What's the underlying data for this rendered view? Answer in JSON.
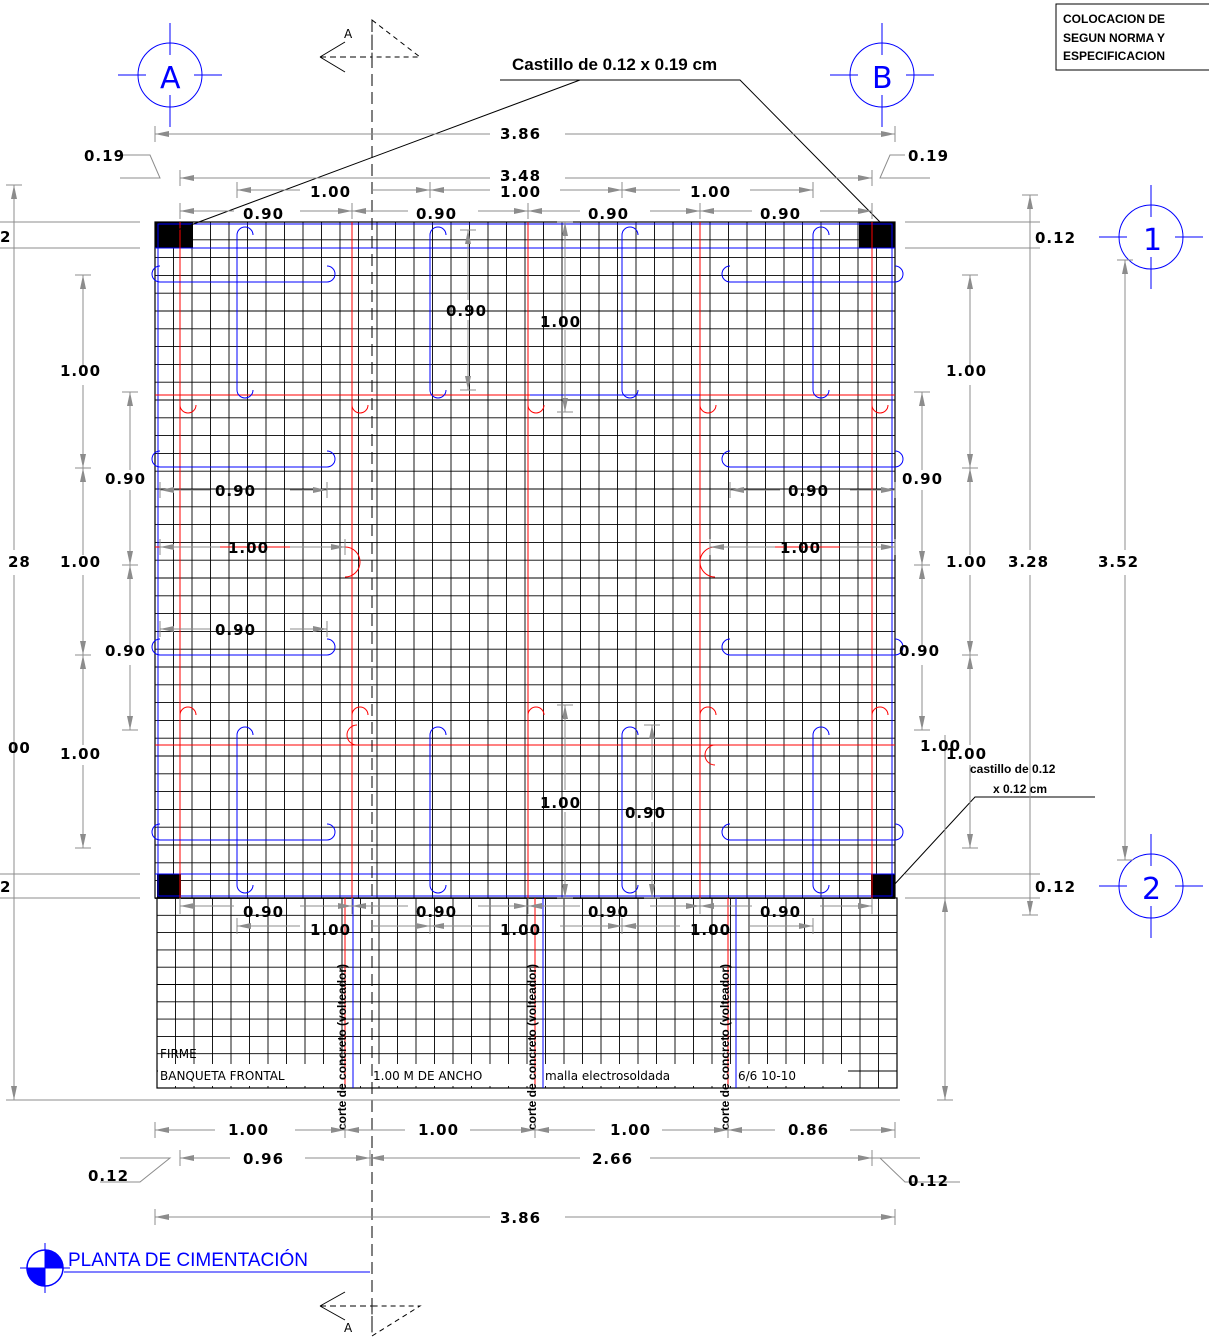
{
  "title": "PLANTA DE CIMENTACIÓN",
  "note_box": [
    "COLOCACION DE",
    "SEGUN NORMA Y",
    "ESPECIFICACION"
  ],
  "axes": {
    "A": "A",
    "B": "B",
    "one": "1",
    "two": "2"
  },
  "section_marker": "A",
  "callouts": {
    "castillo_top": "Castillo de 0.12 x 0.19 cm",
    "castillo_bottom_1": "castillo de 0.12",
    "castillo_bottom_2": "x 0.12 cm"
  },
  "banqueta": {
    "firme": "FIRME",
    "label": "BANQUETA FRONTAL",
    "ancho": "1.00 M DE ANCHO",
    "malla": "malla electrosoldada",
    "spec": "6/6  10-10",
    "corte": "corte de concreto (volteador)"
  },
  "dims": {
    "top_386": "3.86",
    "top_019_l": "0.19",
    "top_019_r": "0.19",
    "top_348": "3.48",
    "top_100_a": "1.00",
    "top_100_b": "1.00",
    "top_100_c": "1.00",
    "top_090_a": "0.90",
    "top_090_b": "0.90",
    "top_090_c": "0.90",
    "top_090_d": "0.90",
    "left_012_top": "2",
    "left_328": "28",
    "left_012_bot": "2",
    "left_100_banq": "00",
    "left_100_a": "1.00",
    "left_090_a": "0.90",
    "left_100_b": "1.00",
    "left_090_b": "0.90",
    "left_100_c": "1.00",
    "int_090_l1": "0.90",
    "int_100_l": "1.00",
    "int_090_l2": "0.90",
    "int_090_r1": "0.90",
    "int_100_r": "1.00",
    "int_090_top": "0.90",
    "int_100_top": "1.00",
    "int_100_bot": "1.00",
    "int_090_bot": "0.90",
    "right_100_a": "1.00",
    "right_090_a": "0.90",
    "right_100_b": "1.00",
    "right_090_b": "0.90",
    "right_100_c": "1.00",
    "right_012_top": "0.12",
    "right_328": "3.28",
    "right_352": "3.52",
    "right_012_bot": "0.12",
    "right_100_banq": "1.00",
    "mid_090_a": "0.90",
    "mid_090_b": "0.90",
    "mid_090_c": "0.90",
    "mid_090_d": "0.90",
    "mid_100_a": "1.00",
    "mid_100_b": "1.00",
    "mid_100_c": "1.00",
    "bot_100_a": "1.00",
    "bot_100_b": "1.00",
    "bot_100_c": "1.00",
    "bot_086": "0.86",
    "bot_012_l": "0.12",
    "bot_096": "0.96",
    "bot_266": "2.66",
    "bot_012_r": "0.12",
    "bot_386": "3.86"
  }
}
